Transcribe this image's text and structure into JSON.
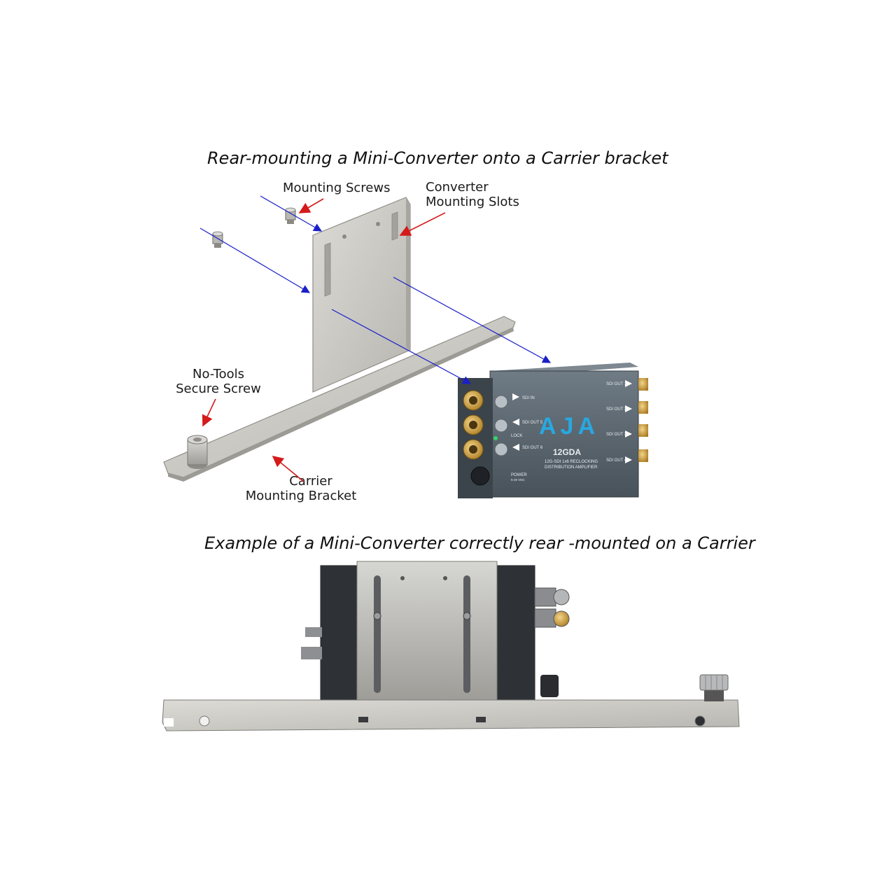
{
  "diagram": {
    "top_title": "Rear-mounting a Mini-Converter onto a Carrier bracket",
    "bottom_title": "Example of a Mini-Converter correctly rear -mounted on a Carrier",
    "callouts": {
      "mounting_screws": "Mounting Screws",
      "converter_slots_line1": "Converter",
      "converter_slots_line2": "Mounting Slots",
      "no_tools_line1": "No-Tools",
      "no_tools_line2": "Secure Screw",
      "carrier_line1": "Carrier",
      "carrier_line2": "Mounting Bracket"
    },
    "device": {
      "brand": "AJA",
      "model": "12GDA",
      "description_line1": "12G-SDI 1x6 RECLOCKING",
      "description_line2": "DISTRIBUTION AMPLIFIER",
      "sdi_in": "SDI IN",
      "sdi_out_5": "SDI OUT 5",
      "lock": "LOCK",
      "sdi_out_6": "SDI OUT 6",
      "power": "POWER",
      "power_spec": "5-20 VDC",
      "sdi_out_1": "SDI OUT 1",
      "sdi_out_2": "SDI OUT 2",
      "sdi_out_3": "SDI OUT 3",
      "sdi_out_4": "SDI OUT 4"
    },
    "colors": {
      "arrow_blue": "#1a1fc8",
      "arrow_red": "#d41a1a",
      "bracket_metal": "#c9c8c3",
      "device_body": "#4f5a63",
      "brand_blue": "#29a8e0",
      "connector_gold": "#c9a13a"
    }
  }
}
